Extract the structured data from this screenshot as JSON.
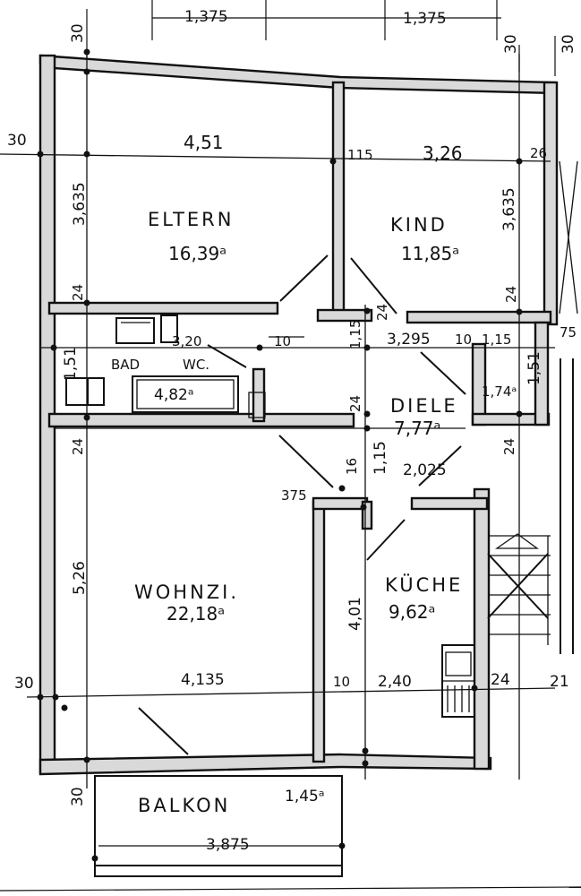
{
  "rooms": {
    "eltern": {
      "name": "ELTERN",
      "area": "16,39ᵃ"
    },
    "kind": {
      "name": "KIND",
      "area": "11,85ᵃ"
    },
    "bad": {
      "name": "BAD",
      "wc": "WC.",
      "area": "4,82ᵃ"
    },
    "diele": {
      "name": "DIELE",
      "area": "7,77ᵃ",
      "nook_area": "1,74ᵃ"
    },
    "wohnzi": {
      "name": "WOHNZI.",
      "area": "22,18ᵃ"
    },
    "kuche": {
      "name": "KÜCHE",
      "area": "9,62ᵃ"
    },
    "balkon": {
      "name": "BALKON",
      "area": "1,45ᵃ"
    }
  },
  "dimensions": {
    "top_left": "1,375",
    "top_right": "1,375",
    "wall_30_a": "30",
    "wall_30_b": "30",
    "wall_30_c": "30",
    "wall_30_left": "30",
    "eltern_width": "4,51",
    "mid_wall": "115",
    "kind_width": "3,26",
    "right_edge": "26",
    "eltern_height": "3,635",
    "kind_height": "3,635",
    "wall_24_a": "24",
    "wall_24_b": "24",
    "wall_24_c": "24",
    "wall_24_d": "24",
    "wall_24_e": "24",
    "wall_24_f": "24",
    "bad_width": "3,20",
    "wall_10_a": "10",
    "wall_10_b": "10",
    "hall_width": "3,295",
    "hall_small": "1,15",
    "hall_small_b": "1,15",
    "bad_height": "1,51",
    "nook_height": "1,51",
    "hall_height": "1,15",
    "corner_75": "75",
    "wall_16": "16",
    "kuche_top": "2,025",
    "w_375": "375",
    "wohn_height": "5,26",
    "kuche_height": "4,01",
    "wohn_width": "4,135",
    "wall_10_c": "10",
    "kuche_width": "2,40",
    "wall_24_g": "24",
    "right_21": "21",
    "bottom_30": "30",
    "bottom_30_b": "30",
    "balkon_width": "3,875"
  }
}
